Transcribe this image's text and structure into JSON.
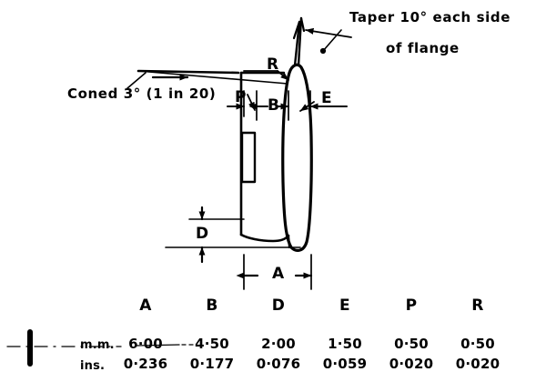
{
  "drawing": {
    "title_hidden_top_fragment": "",
    "annotations": {
      "taper_line1": "Taper 10° each side",
      "taper_line2": "of flange",
      "coned": "Coned 3° (1 in 20)"
    },
    "dimension_labels": {
      "A": "A",
      "B": "B",
      "D": "D",
      "E": "E",
      "P": "P",
      "R": "R"
    }
  },
  "table": {
    "columns": [
      "A",
      "B",
      "D",
      "E",
      "P",
      "R"
    ],
    "rows": [
      {
        "unit": "m.m.",
        "values": [
          "6·00",
          "4·50",
          "2·00",
          "1·50",
          "0·50",
          "0·50"
        ]
      },
      {
        "unit": "ins.",
        "values": [
          "0·236",
          "0·177",
          "0·076",
          "0·059",
          "0·020",
          "0·020"
        ]
      }
    ]
  },
  "colors": {
    "ink": "#000000",
    "paper": "#ffffff"
  }
}
